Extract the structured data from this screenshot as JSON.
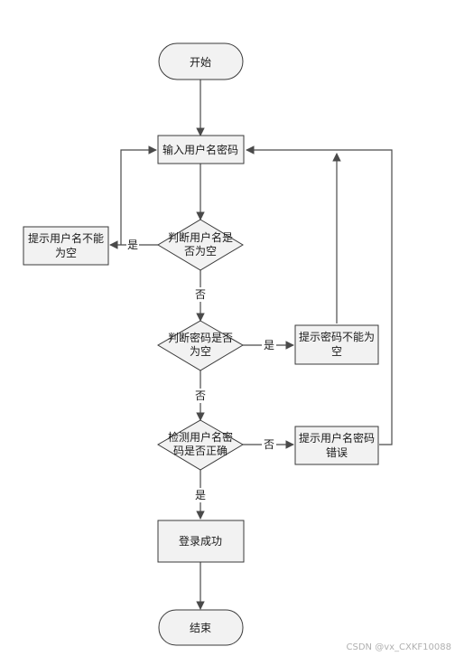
{
  "nodes": {
    "start": "开始",
    "input": "输入用户名密码",
    "check_user_line1": "判断用户名是",
    "check_user_line2": "否为空",
    "user_empty_line1": "提示用户名不能",
    "user_empty_line2": "为空",
    "check_pwd_line1": "判断密码是否",
    "check_pwd_line2": "为空",
    "pwd_empty_line1": "提示密码不能为",
    "pwd_empty_line2": "空",
    "verify_line1": "检测用户名密",
    "verify_line2": "码是否正确",
    "wrong_line1": "提示用户名密码",
    "wrong_line2": "错误",
    "success": "登录成功",
    "end": "结束"
  },
  "edge_labels": {
    "user_yes": "是",
    "user_no": "否",
    "pwd_yes": "是",
    "pwd_no": "否",
    "verify_no": "否",
    "verify_yes": "是"
  },
  "watermark": "CSDN @vx_CXKF10088"
}
